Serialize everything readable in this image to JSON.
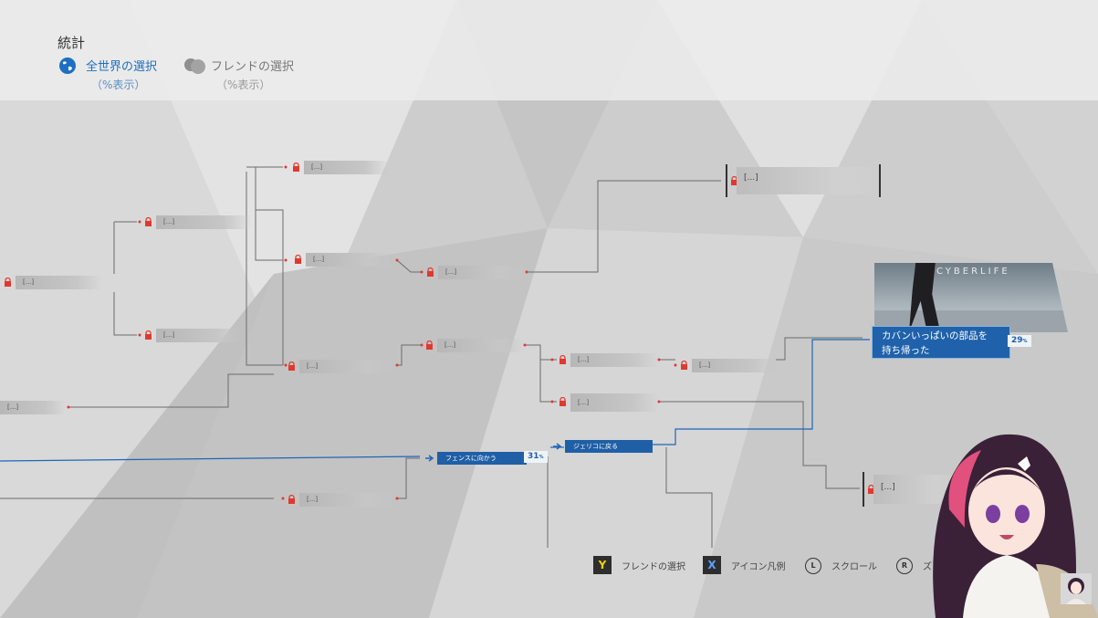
{
  "header": {
    "title": "統計",
    "world_filter": {
      "label": "全世界の選択",
      "sub": "（%表示）"
    },
    "friend_filter": {
      "label": "フレンドの選択",
      "sub": "（%表示）"
    }
  },
  "locked_label": "[...]",
  "nodes": {
    "reach_fence": {
      "label": "フェンスに向かう",
      "percent": "31",
      "unit": "%"
    },
    "go_jericho": {
      "label": "ジェリコに戻る"
    },
    "main": {
      "line1": "カバンいっぱいの部品を",
      "line2": "持ち帰った",
      "percent": "29",
      "unit": "%"
    },
    "thumb_logo": "CYBERLIFE"
  },
  "controls": [
    {
      "button": "Y",
      "label": "フレンドの選択"
    },
    {
      "button": "X",
      "label": "アイコン凡例"
    },
    {
      "button": "L",
      "label": "スクロール"
    },
    {
      "button": "R",
      "label": "ズ"
    }
  ],
  "colors": {
    "accent": "#1c6fc1",
    "node_blue": "#1f5fa6",
    "lock_red": "#e0392f"
  }
}
